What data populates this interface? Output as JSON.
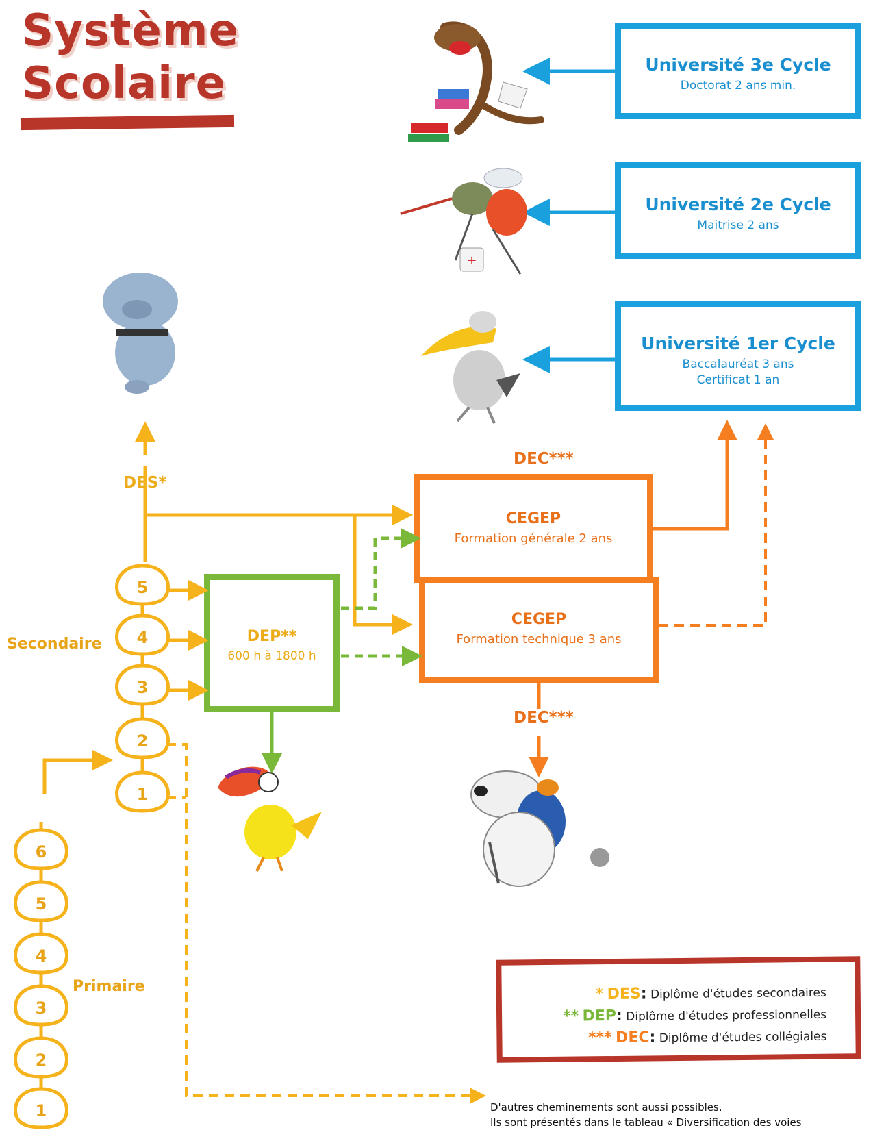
{
  "title": {
    "line1": "Système",
    "line2": "Scolaire"
  },
  "university": [
    {
      "title": "Université 3e Cycle",
      "lines": [
        "Doctorat 2 ans min."
      ]
    },
    {
      "title": "Université 2e Cycle",
      "lines": [
        "Maitrise 2 ans"
      ]
    },
    {
      "title": "Université 1er Cycle",
      "lines": [
        "Baccalauréat 3 ans",
        "Certificat 1 an"
      ]
    }
  ],
  "cegep_general": {
    "title": "CEGEP",
    "subtitle": "Formation générale 2 ans"
  },
  "cegep_technique": {
    "title": "CEGEP",
    "subtitle": "Formation technique 3 ans"
  },
  "dep": {
    "title": "DEP**",
    "subtitle": "600 h à 1800 h"
  },
  "labels": {
    "des": "DES*",
    "dec_top": "DEC***",
    "dec_bottom": "DEC***",
    "secondaire": "Secondaire",
    "primaire": "Primaire"
  },
  "secondary_years": [
    "5",
    "4",
    "3",
    "2",
    "1"
  ],
  "primary_years": [
    "6",
    "5",
    "4",
    "3",
    "2",
    "1"
  ],
  "legend": [
    {
      "stars": "*",
      "abbr": "DES",
      "text": "Diplôme d'études secondaires",
      "color": "#f5b21a"
    },
    {
      "stars": "**",
      "abbr": "DEP",
      "text": "Diplôme d'études professionnelles",
      "color": "#7ab83a"
    },
    {
      "stars": "***",
      "abbr": "DEC",
      "text": "Diplôme d'études collégiales",
      "color": "#f57f20"
    }
  ],
  "footnote": [
    "D'autres cheminements sont aussi possibles.",
    "Ils sont présentés dans le tableau « Diversification des voies"
  ],
  "colors": {
    "secondary": "#f5b21a",
    "dep": "#7ab83a",
    "cegep": "#f57f20",
    "university": "#1aa0dc",
    "title": "#b8352a"
  },
  "icons": [
    "weasel-cartoon-icon",
    "mosquito-cartoon-icon",
    "pelican-cartoon-icon",
    "bulldog-cartoon-icon",
    "toucan-cartoon-icon",
    "hiker-dog-cartoon-icon"
  ]
}
